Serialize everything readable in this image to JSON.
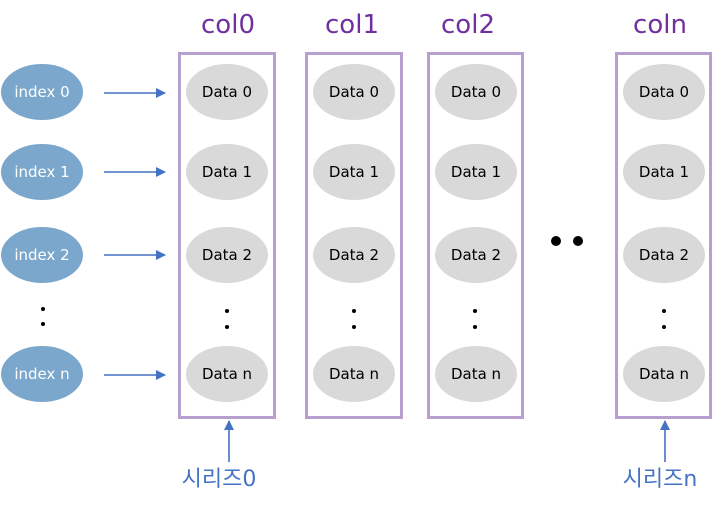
{
  "index_labels": [
    "index 0",
    "index 1",
    "index 2",
    "index n"
  ],
  "columns": [
    {
      "title": "col0",
      "cells": [
        "Data 0",
        "Data 1",
        "Data 2",
        "Data n"
      ]
    },
    {
      "title": "col1",
      "cells": [
        "Data 0",
        "Data 1",
        "Data 2",
        "Data n"
      ]
    },
    {
      "title": "col2",
      "cells": [
        "Data 0",
        "Data 1",
        "Data 2",
        "Data n"
      ]
    },
    {
      "title": "coln",
      "cells": [
        "Data 0",
        "Data 1",
        "Data 2",
        "Data n"
      ]
    }
  ],
  "series_labels": [
    "시리즈0",
    "시리즈n"
  ],
  "colors": {
    "index_fill": "#7ba7cc",
    "cell_fill": "#d9d9d9",
    "column_border": "#b79fd0",
    "column_title": "#7030a0",
    "arrow": "#4472c4",
    "series_text": "#4472c4"
  }
}
